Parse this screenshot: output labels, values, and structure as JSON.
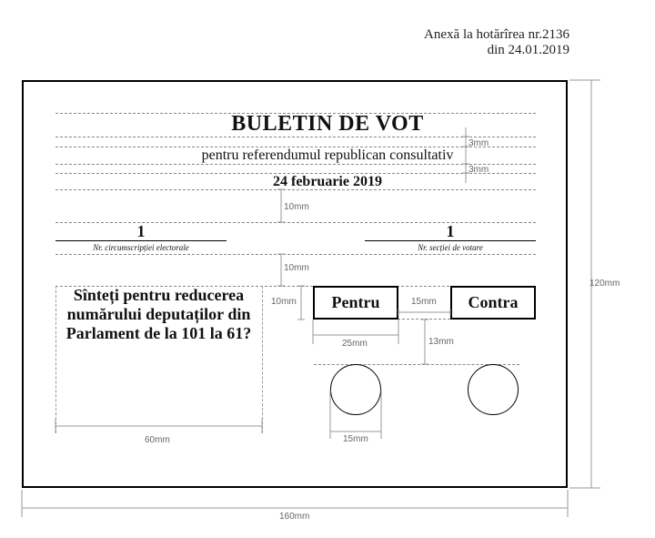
{
  "annex": {
    "line1": "Anexă la hotărîrea nr.2136",
    "line2": "din 24.01.2019"
  },
  "ballot": {
    "title": "BULETIN DE VOT",
    "subtitle": "pentru referendumul republican consultativ",
    "date": "24 februarie 2019",
    "circumscription": {
      "number": "1",
      "caption": "Nr. circumscripției electorale"
    },
    "section": {
      "number": "1",
      "caption": "Nr. secției de votare"
    },
    "question": "Sînteți pentru reducerea numărului deputaților din Parlament de la 101 la 61?",
    "options": [
      {
        "label": "Pentru"
      },
      {
        "label": "Contra"
      }
    ]
  },
  "dimensions": {
    "gap_title": "3mm",
    "gap_subtitle": "3mm",
    "gap_header": "10mm",
    "gap_numbers": "10mm",
    "option_height": "10mm",
    "option_gap": "15mm",
    "option_width": "25mm",
    "circle_gap": "13mm",
    "circle_diameter": "15mm",
    "question_width": "60mm",
    "ballot_height": "120mm",
    "ballot_width": "160mm"
  }
}
